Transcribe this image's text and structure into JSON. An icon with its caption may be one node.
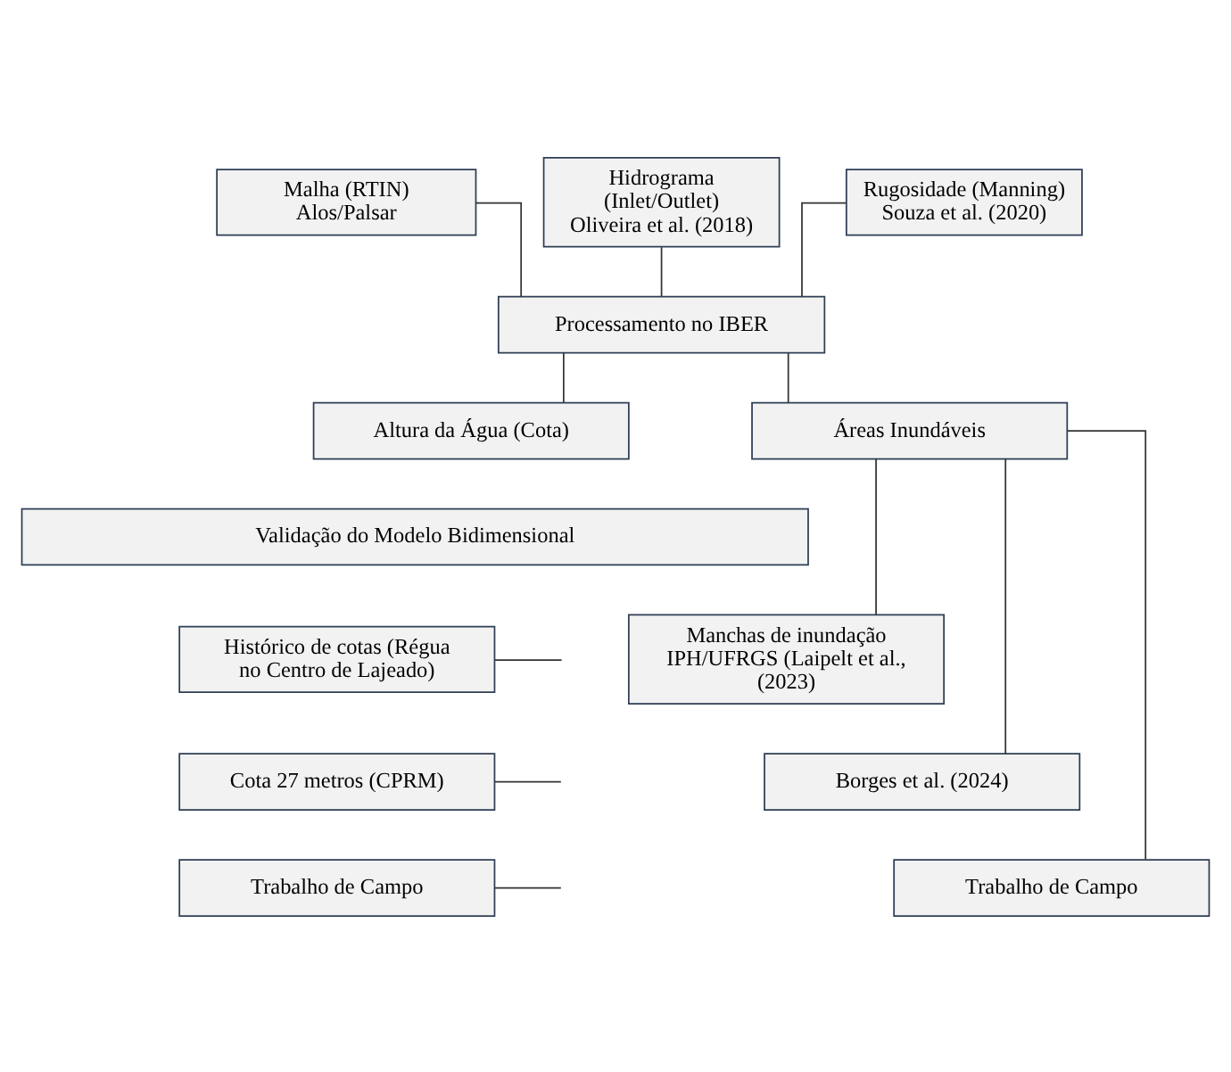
{
  "diagram": {
    "nodes": [
      {
        "text": [
          "Malha (RTIN) Alos/Palsar"
        ]
      },
      {
        "text": [
          "Hidrograma (Inlet/Outlet) Oliveira et al. (2018)"
        ]
      },
      {
        "text": [
          "Rugosidade (Manning) Souza et al. (2020)"
        ]
      },
      {
        "text": [
          "Processamento no IBER"
        ]
      },
      {
        "text": [
          "Áreas Inundáveis"
        ]
      },
      {
        "text": [
          "Altura da Água (Cota)"
        ]
      },
      {
        "text": [
          "Validação do Modelo Bidimensional"
        ]
      },
      {
        "text": [
          "Manchas de inundação IPH/UFRGS (Laipelt et al., (2023)"
        ]
      },
      {
        "text": [
          "Histórico de cotas (Régua no Centro de Lajeado)"
        ]
      },
      {
        "text": [
          "Borges et al. (2024)"
        ]
      },
      {
        "text": [
          "Cota 27 metros (CPRM)"
        ]
      },
      {
        "text": [
          "Trabalho de Campo"
        ]
      },
      {
        "text": [
          "Trabalho de Campo"
        ]
      }
    ],
    "edges": [
      {
        "from": 0,
        "to": 3,
        "arrow": "none"
      },
      {
        "from": 1,
        "to": 3,
        "arrow": "none"
      },
      {
        "from": 2,
        "to": 3,
        "arrow": "none"
      },
      {
        "from": 3,
        "to": 4,
        "arrow": "none"
      },
      {
        "from": 3,
        "to": 5,
        "arrow": "none"
      },
      {
        "from": 4,
        "to": 7,
        "arrow": "none"
      },
      {
        "from": 4,
        "to": 9,
        "arrow": "none"
      },
      {
        "from": 4,
        "to": 11,
        "arrow": "none"
      },
      {
        "from": 8,
        "to": null,
        "arrow": "none"
      },
      {
        "from": 10,
        "to": null,
        "arrow": "none"
      },
      {
        "from": 12,
        "to": null,
        "arrow": "none"
      }
    ]
  }
}
